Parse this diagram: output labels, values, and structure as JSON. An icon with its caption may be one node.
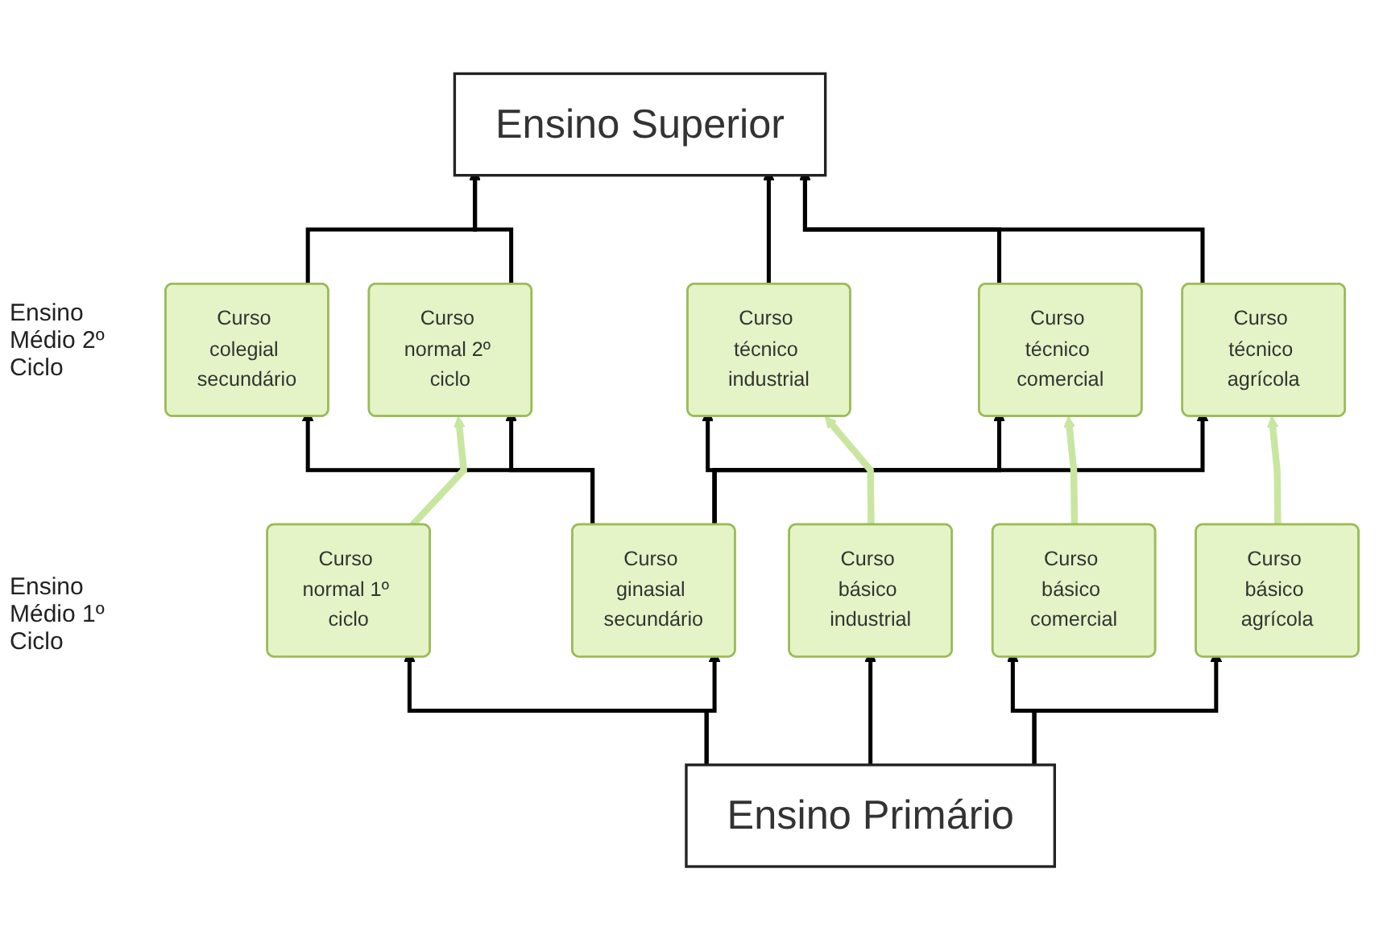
{
  "diagram": {
    "nodes": [
      {
        "text": [
          "Ensino Superior"
        ]
      },
      {
        "text": [
          "Curso colegial secundário"
        ]
      },
      {
        "text": [
          "Curso normal 2º ciclo"
        ]
      },
      {
        "text": [
          "Curso técnico industrial"
        ]
      },
      {
        "text": [
          "Curso técnico comercial"
        ]
      },
      {
        "text": [
          "Curso técnico agrícola"
        ]
      },
      {
        "text": [
          "Curso ginasial secundário"
        ]
      },
      {
        "text": [
          "Curso normal 1º ciclo"
        ]
      },
      {
        "text": [
          "Curso básico industrial"
        ]
      },
      {
        "text": [
          "Curso básico comercial"
        ]
      },
      {
        "text": [
          "Curso básico agrícola"
        ]
      },
      {
        "text": [
          "Ensino Primário"
        ]
      }
    ],
    "edges": [
      {
        "from": 1,
        "to": 0,
        "arrow": "to"
      },
      {
        "from": 2,
        "to": 0,
        "arrow": "to"
      },
      {
        "from": 3,
        "to": 0,
        "arrow": "to"
      },
      {
        "from": 4,
        "to": 0,
        "arrow": "to"
      },
      {
        "from": 5,
        "to": 0,
        "arrow": "to"
      },
      {
        "from": 6,
        "to": 1,
        "arrow": "to"
      },
      {
        "from": 6,
        "to": 2,
        "arrow": "to"
      },
      {
        "from": 6,
        "to": 3,
        "arrow": "to"
      },
      {
        "from": 6,
        "to": 4,
        "arrow": "to"
      },
      {
        "from": 6,
        "to": 5,
        "arrow": "to"
      },
      {
        "from": 7,
        "to": 2,
        "arrow": "to",
        "color": "#c8e6a0"
      },
      {
        "from": 8,
        "to": 3,
        "arrow": "to",
        "color": "#c8e6a0"
      },
      {
        "from": 9,
        "to": 4,
        "arrow": "to",
        "color": "#c8e6a0"
      },
      {
        "from": 10,
        "to": 5,
        "arrow": "to",
        "color": "#c8e6a0"
      },
      {
        "from": 11,
        "to": 6,
        "arrow": "to"
      },
      {
        "from": 11,
        "to": 7,
        "arrow": "to"
      },
      {
        "from": 11,
        "to": 8,
        "arrow": "to"
      },
      {
        "from": 11,
        "to": 9,
        "arrow": "to"
      },
      {
        "from": 11,
        "to": 10,
        "arrow": "to"
      }
    ],
    "labels": [
      "Ensino Médio 2º Ciclo",
      "Ensino Médio 1º Ciclo"
    ]
  }
}
